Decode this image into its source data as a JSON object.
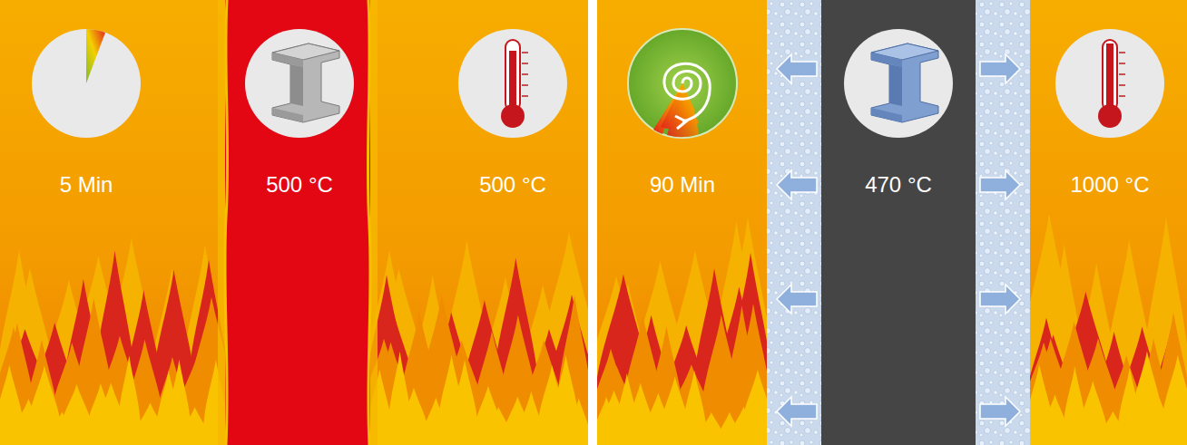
{
  "diagram": {
    "labels": [
      "5 Min",
      "500 °C",
      "500 °C",
      "90 Min",
      "470 °C",
      "1000 °C"
    ]
  }
}
